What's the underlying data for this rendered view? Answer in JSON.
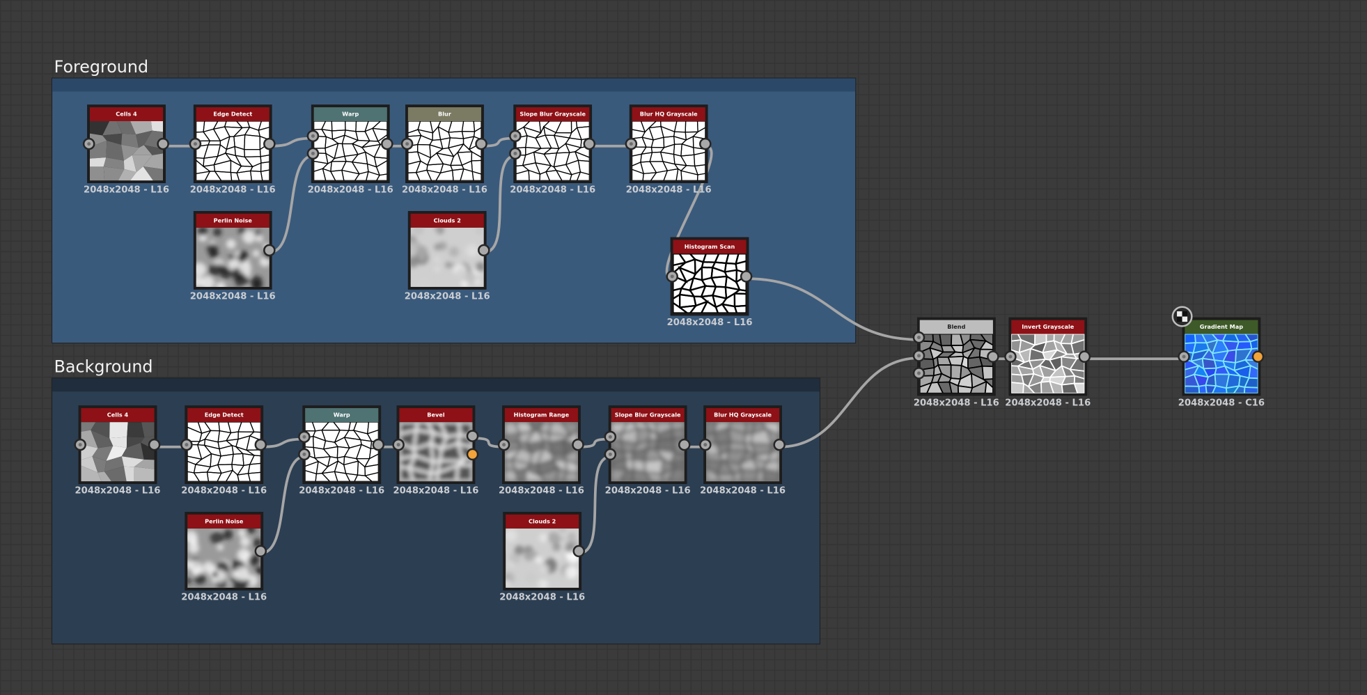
{
  "colors": {
    "canvas": "#3b3b3b",
    "header_red": "#8d1116",
    "header_teal": "#4f7272",
    "header_olive": "#7b7a62",
    "header_gray": "#bdbdbd",
    "header_green": "#3e5a28",
    "wire": "#a6a6a6",
    "port_output_active": "#f2a33a"
  },
  "groups": [
    {
      "id": "fg",
      "title": "Foreground",
      "fill": "#3a5a7c",
      "header": "#2c4868"
    },
    {
      "id": "bg",
      "title": "Background",
      "fill": "#2c3e52",
      "header": "#1f2d3d"
    }
  ],
  "nodes": [
    {
      "id": "fg_cells",
      "title": "Cells 4",
      "res": "2048x2048 - L16",
      "header": "red",
      "thumb": "cells",
      "inputs": 1,
      "outputs": 1
    },
    {
      "id": "fg_edge",
      "title": "Edge Detect",
      "res": "2048x2048 - L16",
      "header": "red",
      "thumb": "edges",
      "inputs": 1,
      "outputs": 1
    },
    {
      "id": "fg_warp",
      "title": "Warp",
      "res": "2048x2048 - L16",
      "header": "teal",
      "thumb": "edges",
      "inputs": 2,
      "outputs": 1
    },
    {
      "id": "fg_blur",
      "title": "Blur",
      "res": "2048x2048 - L16",
      "header": "olive",
      "thumb": "edges",
      "inputs": 1,
      "outputs": 1
    },
    {
      "id": "fg_slope",
      "title": "Slope Blur Grayscale",
      "res": "2048x2048 - L16",
      "header": "red",
      "thumb": "edges",
      "inputs": 2,
      "outputs": 1
    },
    {
      "id": "fg_blurhq",
      "title": "Blur HQ Grayscale",
      "res": "2048x2048 - L16",
      "header": "red",
      "thumb": "edges",
      "inputs": 1,
      "outputs": 1
    },
    {
      "id": "fg_perlin",
      "title": "Perlin Noise",
      "res": "2048x2048 - L16",
      "header": "red",
      "thumb": "noise",
      "inputs": 0,
      "outputs": 1
    },
    {
      "id": "fg_clouds",
      "title": "Clouds 2",
      "res": "2048x2048 - L16",
      "header": "red",
      "thumb": "clouds",
      "inputs": 0,
      "outputs": 1
    },
    {
      "id": "fg_hist",
      "title": "Histogram Scan",
      "res": "2048x2048 - L16",
      "header": "red",
      "thumb": "thickedges",
      "inputs": 1,
      "outputs": 1
    },
    {
      "id": "bg_cells",
      "title": "Cells 4",
      "res": "2048x2048 - L16",
      "header": "red",
      "thumb": "cells",
      "inputs": 1,
      "outputs": 1
    },
    {
      "id": "bg_edge",
      "title": "Edge Detect",
      "res": "2048x2048 - L16",
      "header": "red",
      "thumb": "edges",
      "inputs": 1,
      "outputs": 1
    },
    {
      "id": "bg_warp",
      "title": "Warp",
      "res": "2048x2048 - L16",
      "header": "teal",
      "thumb": "edges",
      "inputs": 2,
      "outputs": 1
    },
    {
      "id": "bg_bevel",
      "title": "Bevel",
      "res": "2048x2048 - L16",
      "header": "red",
      "thumb": "bevel",
      "inputs": 1,
      "outputs": 2
    },
    {
      "id": "bg_histr",
      "title": "Histogram Range",
      "res": "2048x2048 - L16",
      "header": "red",
      "thumb": "softcells",
      "inputs": 1,
      "outputs": 1
    },
    {
      "id": "bg_slope",
      "title": "Slope Blur Grayscale",
      "res": "2048x2048 - L16",
      "header": "red",
      "thumb": "softcells",
      "inputs": 2,
      "outputs": 1
    },
    {
      "id": "bg_blurhq",
      "title": "Blur HQ Grayscale",
      "res": "2048x2048 - L16",
      "header": "red",
      "thumb": "softcells",
      "inputs": 1,
      "outputs": 1
    },
    {
      "id": "bg_perlin",
      "title": "Perlin Noise",
      "res": "2048x2048 - L16",
      "header": "red",
      "thumb": "noise",
      "inputs": 0,
      "outputs": 1
    },
    {
      "id": "bg_clouds",
      "title": "Clouds 2",
      "res": "2048x2048 - L16",
      "header": "red",
      "thumb": "clouds",
      "inputs": 0,
      "outputs": 1
    },
    {
      "id": "blend",
      "title": "Blend",
      "res": "2048x2048 - L16",
      "header": "gray",
      "thumb": "blend",
      "inputs": 3,
      "outputs": 1
    },
    {
      "id": "invert",
      "title": "Invert Grayscale",
      "res": "2048x2048 - L16",
      "header": "red",
      "thumb": "invert",
      "inputs": 1,
      "outputs": 1
    },
    {
      "id": "gradmap",
      "title": "Gradient Map",
      "res": "2048x2048 - C16",
      "header": "green",
      "thumb": "blue",
      "inputs": 1,
      "outputs": 1,
      "output_active": true,
      "output_icon": "checker-output-icon"
    }
  ],
  "connections": [
    [
      "fg_cells",
      0,
      "fg_edge",
      0
    ],
    [
      "fg_edge",
      0,
      "fg_warp",
      0
    ],
    [
      "fg_perlin",
      0,
      "fg_warp",
      1
    ],
    [
      "fg_warp",
      0,
      "fg_blur",
      0
    ],
    [
      "fg_blur",
      0,
      "fg_slope",
      0
    ],
    [
      "fg_clouds",
      0,
      "fg_slope",
      1
    ],
    [
      "fg_slope",
      0,
      "fg_blurhq",
      0
    ],
    [
      "fg_blurhq",
      0,
      "fg_hist",
      0
    ],
    [
      "fg_hist",
      0,
      "blend",
      0
    ],
    [
      "bg_cells",
      0,
      "bg_edge",
      0
    ],
    [
      "bg_edge",
      0,
      "bg_warp",
      0
    ],
    [
      "bg_perlin",
      0,
      "bg_warp",
      1
    ],
    [
      "bg_warp",
      0,
      "bg_bevel",
      0
    ],
    [
      "bg_bevel",
      0,
      "bg_histr",
      0
    ],
    [
      "bg_histr",
      0,
      "bg_slope",
      0
    ],
    [
      "bg_clouds",
      0,
      "bg_slope",
      1
    ],
    [
      "bg_slope",
      0,
      "bg_blurhq",
      0
    ],
    [
      "bg_blurhq",
      0,
      "blend",
      1
    ],
    [
      "blend",
      0,
      "invert",
      0
    ],
    [
      "invert",
      0,
      "gradmap",
      0
    ]
  ]
}
